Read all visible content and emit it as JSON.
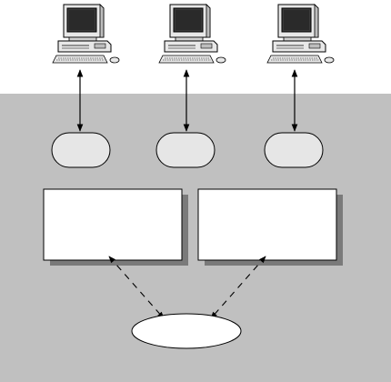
{
  "colors": {
    "background": "#ffffff",
    "panel": "#c0c0c0",
    "shadow": "#7a7a7a",
    "node_fill": "#e6e6e6",
    "box_fill": "#ffffff",
    "stroke": "#000000",
    "computer_body": "#e8e8e8",
    "computer_dark": "#3a3a3a"
  },
  "diagram": {
    "computers": [
      {
        "icon": "desktop-computer-icon"
      },
      {
        "icon": "desktop-computer-icon"
      },
      {
        "icon": "desktop-computer-icon"
      }
    ],
    "nodes": [
      {
        "shape": "rounded-pill",
        "label": ""
      },
      {
        "shape": "rounded-pill",
        "label": ""
      },
      {
        "shape": "rounded-pill",
        "label": ""
      }
    ],
    "boxes": [
      {
        "label": ""
      },
      {
        "label": ""
      }
    ],
    "ellipse": {
      "label": ""
    },
    "connections": [
      {
        "from": "computer-1",
        "to": "node-1",
        "style": "solid",
        "arrows": "both"
      },
      {
        "from": "computer-2",
        "to": "node-2",
        "style": "solid",
        "arrows": "both"
      },
      {
        "from": "computer-3",
        "to": "node-3",
        "style": "solid",
        "arrows": "both"
      },
      {
        "from": "box-1",
        "to": "ellipse",
        "style": "dashed",
        "arrows": "both"
      },
      {
        "from": "box-2",
        "to": "ellipse",
        "style": "dashed",
        "arrows": "both"
      }
    ]
  }
}
